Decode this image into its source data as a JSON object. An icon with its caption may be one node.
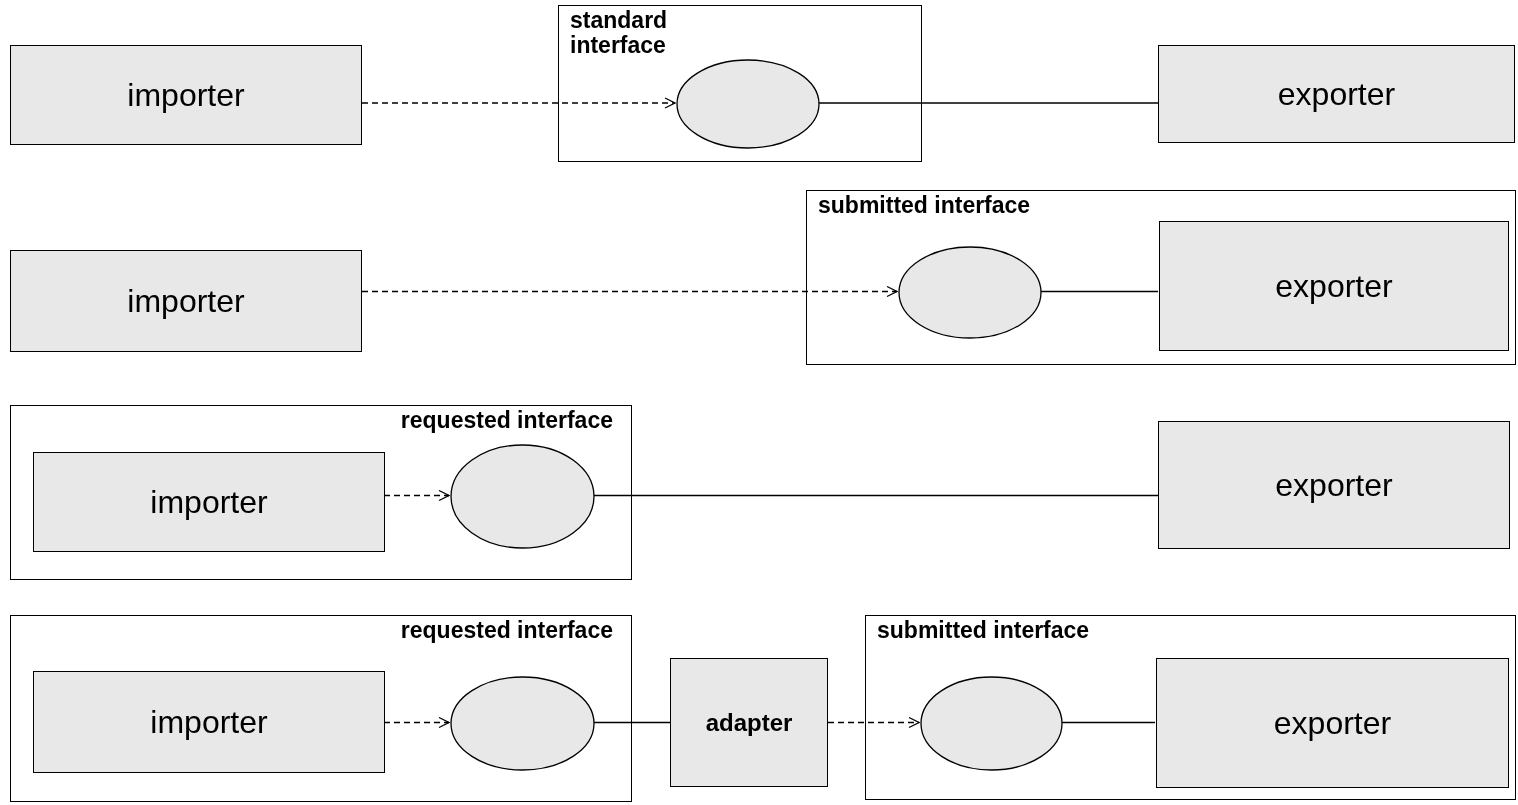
{
  "diagram": {
    "nodes": [
      {
        "text": [
          "importer"
        ]
      },
      {
        "text": [
          "standard interface"
        ]
      },
      {
        "text": [],
        "shape": "ellipse",
        "in": 1
      },
      {
        "text": [
          "exporter"
        ]
      },
      {
        "text": [
          "importer"
        ]
      },
      {
        "text": [
          "submitted interface"
        ]
      },
      {
        "text": [],
        "shape": "ellipse",
        "in": 5
      },
      {
        "text": [
          "exporter"
        ],
        "in": 5
      },
      {
        "text": [
          "requested interface"
        ]
      },
      {
        "text": [
          "importer"
        ],
        "in": 8
      },
      {
        "text": [],
        "shape": "ellipse",
        "in": 8
      },
      {
        "text": [
          "exporter"
        ]
      },
      {
        "text": [
          "requested interface"
        ]
      },
      {
        "text": [
          "importer"
        ],
        "in": 12
      },
      {
        "text": [],
        "shape": "ellipse",
        "in": 12
      },
      {
        "text": [
          "adapter"
        ]
      },
      {
        "text": [
          "submitted interface"
        ]
      },
      {
        "text": [],
        "shape": "ellipse",
        "in": 16
      },
      {
        "text": [
          "exporter"
        ],
        "in": 16
      }
    ],
    "edges": [
      {
        "from": 0,
        "to": 2,
        "arrow": "to",
        "style": "dashed"
      },
      {
        "from": 2,
        "to": 3,
        "arrow": "none"
      },
      {
        "from": 4,
        "to": 6,
        "arrow": "to",
        "style": "dashed"
      },
      {
        "from": 6,
        "to": 7,
        "arrow": "none"
      },
      {
        "from": 9,
        "to": 10,
        "arrow": "to",
        "style": "dashed"
      },
      {
        "from": 10,
        "to": 11,
        "arrow": "none"
      },
      {
        "from": 13,
        "to": 14,
        "arrow": "to",
        "style": "dashed"
      },
      {
        "from": 14,
        "to": 15,
        "arrow": "none"
      },
      {
        "from": 15,
        "to": 17,
        "arrow": "to",
        "style": "dashed"
      },
      {
        "from": 17,
        "to": 18,
        "arrow": "none"
      }
    ]
  }
}
